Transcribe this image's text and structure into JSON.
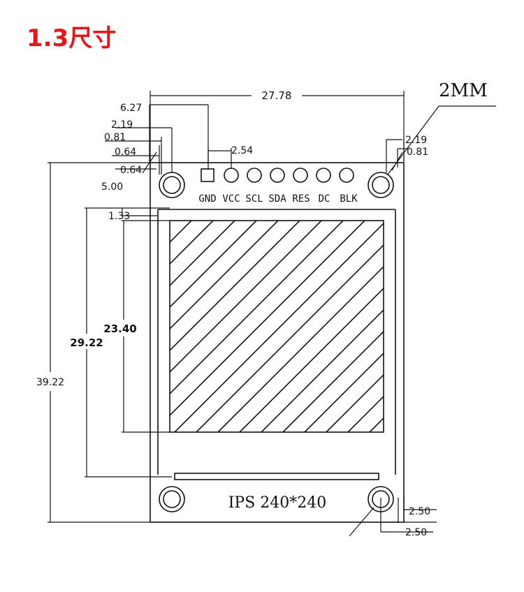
{
  "title": "1.3尺寸",
  "module": {
    "model_label": "IPS 240*240",
    "pins": [
      "GND",
      "VCC",
      "SCL",
      "SDA",
      "RES",
      "DC",
      "BLK"
    ]
  },
  "dimensions": {
    "total_width": "27.78",
    "total_height": "39.22",
    "display_height": "29.22",
    "active_height": "23.40",
    "pin_offset": "6.27",
    "pin_pitch": "2.54",
    "top_margin_left": "2.19",
    "edge_left": "0.81",
    "inner_a": "0.64",
    "inner_b": "0.64",
    "header_height": "5.00",
    "display_gap": "1.33",
    "top_margin_right": "2.19",
    "edge_right": "0.81",
    "bottom_a": "2.50",
    "bottom_b": "2.50",
    "hole_size": "2MM"
  }
}
